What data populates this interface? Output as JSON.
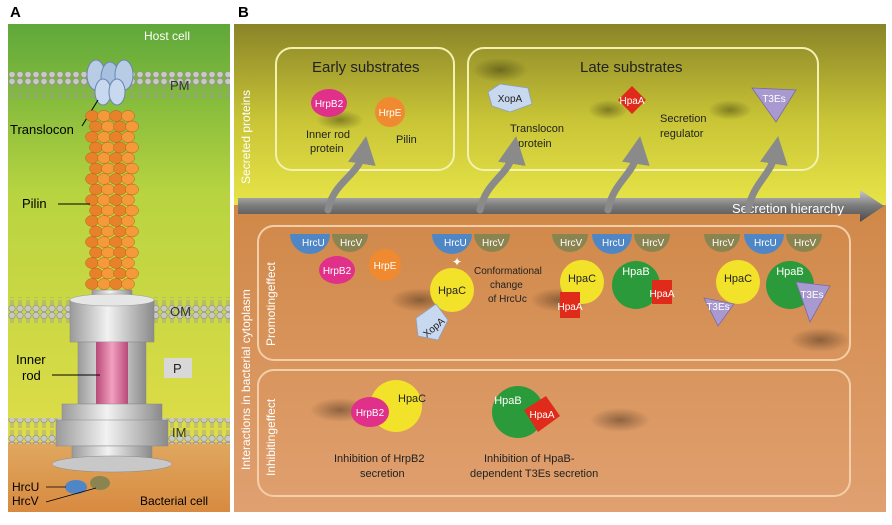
{
  "panels": {
    "a": "A",
    "b": "B"
  },
  "panel_a": {
    "host_cell": "Host cell",
    "pm": "PM",
    "translocon": "Translocon",
    "pilin": "Pilin",
    "om": "OM",
    "inner_rod_1": "Inner",
    "inner_rod_2": "rod",
    "p": "P",
    "im": "IM",
    "hrcu": "HrcU",
    "hrcv": "HrcV",
    "bacterial_cell": "Bacterial cell"
  },
  "panel_b": {
    "secreted_proteins": "Secreted proteins",
    "interactions": "Interactions in bacterial cytoplasm",
    "promoting": "Promotingeffect",
    "inhibiting": "Inhibitingeffect",
    "early_title": "Early substrates",
    "late_title": "Late substrates",
    "hierarchy": "Secretion hierarchy",
    "early": {
      "hrpb2": "HrpB2",
      "hrpe": "HrpE",
      "inner_rod_1": "Inner rod",
      "inner_rod_2": "protein",
      "pilin": "Pilin"
    },
    "late": {
      "xopa": "XopA",
      "translocon_1": "Translocon",
      "translocon_2": "protein",
      "hpaa": "HpaA",
      "regulator_1": "Secretion",
      "regulator_2": "regulator",
      "t3es": "T3Es"
    },
    "promoting_group": {
      "hrcu": "HrcU",
      "hrcv": "HrcV",
      "hrpb2": "HrpB2",
      "hrpe": "HrpE",
      "hpac": "HpaC",
      "xopa": "XopA",
      "hpab": "HpaB",
      "hpaa": "HpaA",
      "t3es": "T3Es",
      "conf_1": "Conformational",
      "conf_2": "change",
      "conf_3": "of HrcUc"
    },
    "inhibiting_group": {
      "hrpb2": "HrpB2",
      "hpac": "HpaC",
      "hpab": "HpaB",
      "hpaa": "HpaA",
      "inh1_1": "Inhibition of HrpB2",
      "inh1_2": "secretion",
      "inh2_1": "Inhibition of HpaB-",
      "inh2_2": "dependent T3Es secretion"
    }
  },
  "colors": {
    "hrcu": "#4f87c6",
    "hrcv": "#8a8450",
    "hrpb2": "#e0308a",
    "hrpe": "#f08a30",
    "hpac": "#f2e22a",
    "hpab": "#2a9a3a",
    "hpaa": "#e02a1a",
    "xopa": "#c8d8ee",
    "t3es": "#a89ad0"
  }
}
